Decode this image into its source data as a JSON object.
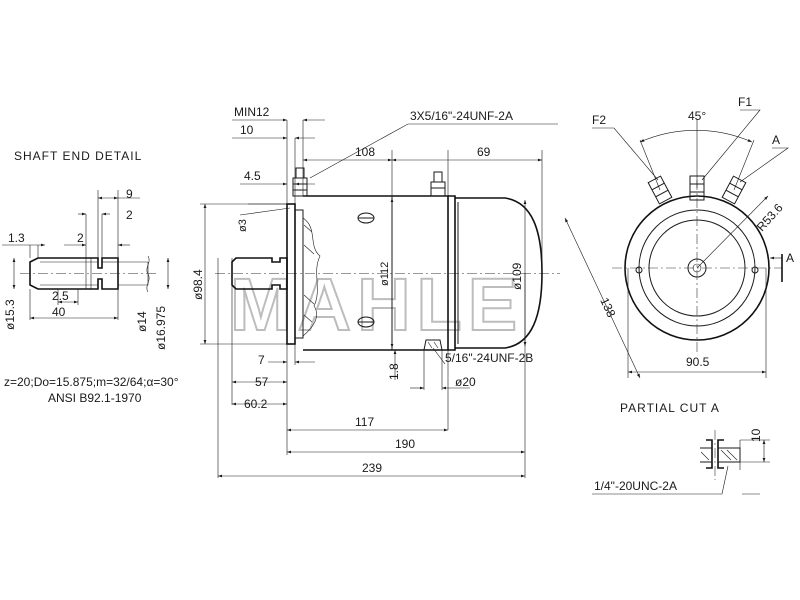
{
  "view_labels": {
    "shaft_end_detail": "SHAFT END DETAIL",
    "partial_cut": "PARTIAL CUT A"
  },
  "watermark": "MAHLE",
  "shaft_detail_dims": {
    "d1_3": "1.3",
    "d2_top": "2",
    "d9": "9",
    "d2_mid": "2",
    "d2_5": "2.5",
    "d40": "40",
    "dia15_3": "ø15.3",
    "dia14": "ø14",
    "dia16_975": "ø16.975"
  },
  "spline_spec": {
    "line1": "z=20;Do=15.875;m=32/64;α=30°",
    "line2": "ANSI B92.1-1970"
  },
  "side_view_dims": {
    "min12": "MIN12",
    "d10": "10",
    "d4_5": "4.5",
    "dia3": "ø3",
    "d108": "108",
    "d69": "69",
    "dia98_4": "ø98.4",
    "dia112": "ø112",
    "dia109": "ø109",
    "d7": "7",
    "d57": "57",
    "d60_2": "60.2",
    "d1_8": "1.8",
    "dia20": "ø20",
    "d117": "117",
    "d190": "190",
    "d239": "239"
  },
  "thread_specs": {
    "terminals": "3X5/16\"-24UNF-2A",
    "bottom_port": "5/16\"-24UNF-2B",
    "mount_hole": "1/4\"-20UNC-2A"
  },
  "end_view_dims": {
    "f2": "F2",
    "f1": "F1",
    "terminal_a": "A",
    "angle45": "45°",
    "r53_6": "R53.6",
    "d138": "138",
    "d90_5": "90.5",
    "section_a": "A",
    "d10": "10"
  }
}
